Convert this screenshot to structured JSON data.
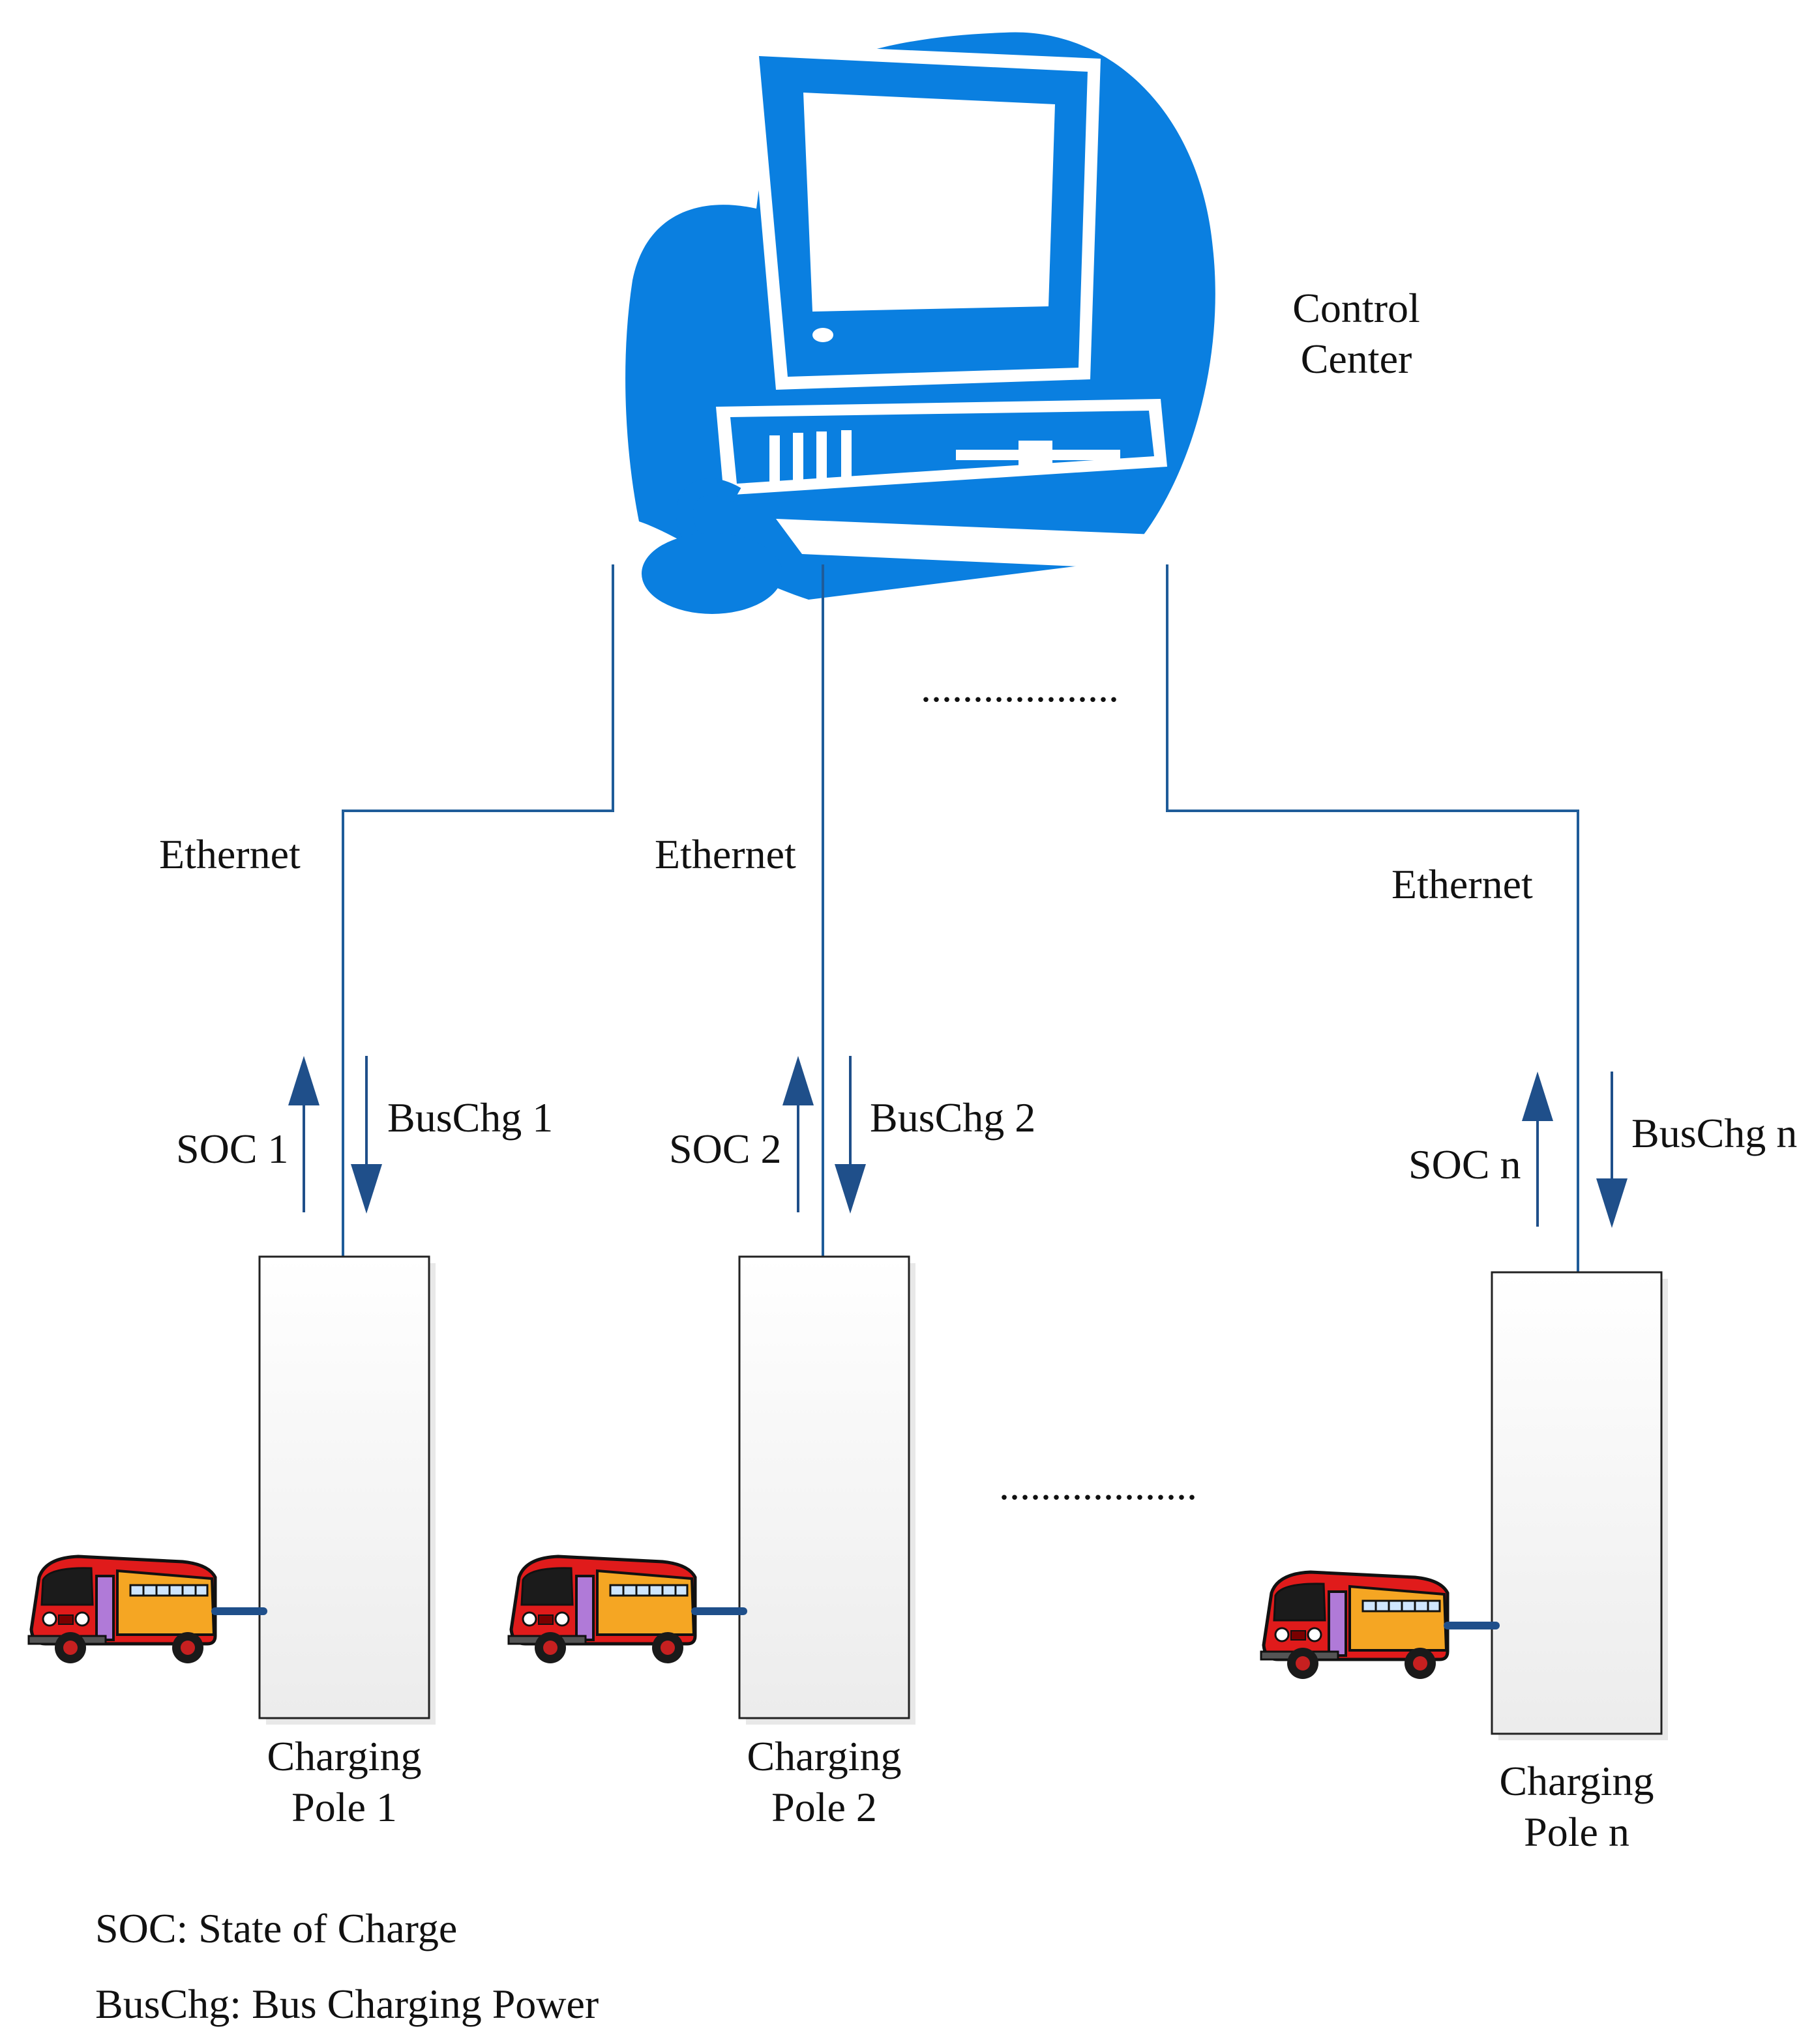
{
  "control_center": {
    "label_line1": "Control",
    "label_line2": "Center",
    "icon": "computer-icon"
  },
  "links": [
    {
      "ethernet_label": "Ethernet",
      "soc_label": "SOC 1",
      "buschg_label": "BusChg 1",
      "pole_line1": "Charging",
      "pole_line2": "Pole 1"
    },
    {
      "ethernet_label": "Ethernet",
      "soc_label": "SOC 2",
      "buschg_label": "BusChg 2",
      "pole_line1": "Charging",
      "pole_line2": "Pole 2"
    },
    {
      "ethernet_label": "Ethernet",
      "soc_label": "SOC n",
      "buschg_label": "BusChg n",
      "pole_line1": "Charging",
      "pole_line2": "Pole n"
    }
  ],
  "ellipsis_top": "...................",
  "ellipsis_bottom": "...................",
  "legend": {
    "soc": "SOC: State of Charge",
    "buschg": "BusChg: Bus Charging Power"
  },
  "colors": {
    "computer_blue": "#0a7fe0",
    "line_blue": "#1f5c99",
    "arrow_blue": "#1f4f8a",
    "bus_red": "#e01b1b",
    "bus_orange": "#f5a623"
  }
}
